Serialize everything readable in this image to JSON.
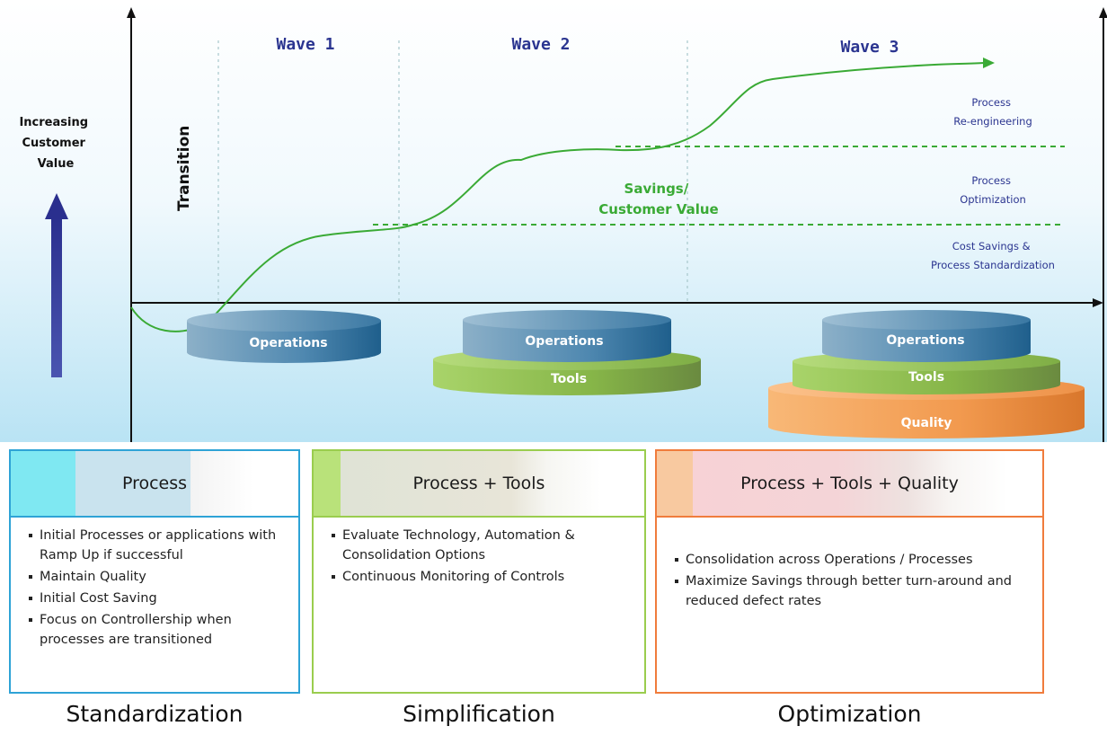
{
  "y_axis_label": [
    "Increasing",
    "Customer",
    "Value"
  ],
  "transition_label": "Transition",
  "waves": [
    "Wave 1",
    "Wave 2",
    "Wave 3"
  ],
  "curve_label": [
    "Savings/",
    "Customer Value"
  ],
  "levels": {
    "reengineering": [
      "Process",
      "Re-engineering"
    ],
    "optimization": [
      "Process",
      "Optimization"
    ],
    "standardization": [
      "Cost Savings &",
      "Process Standardization"
    ]
  },
  "stacks": {
    "wave1": {
      "operations": "Operations"
    },
    "wave2": {
      "operations": "Operations",
      "tools": "Tools"
    },
    "wave3": {
      "operations": "Operations",
      "tools": "Tools",
      "quality": "Quality"
    }
  },
  "colors": {
    "operations": "#3f80a8",
    "tools": "#8cbd4a",
    "quality": "#f2a05a",
    "curve": "#3aaa35",
    "arrow": "#2a2f8e",
    "wave_text": "#2b3590",
    "panel_blue": "#2ea3d6",
    "panel_green": "#9acd4e",
    "panel_orange": "#f07c3c"
  },
  "panels": [
    {
      "title": "Process",
      "items": [
        "Initial Processes or applications with Ramp Up if successful",
        "Maintain Quality",
        "Initial Cost Saving",
        "Focus on Controllership when processes are transitioned"
      ]
    },
    {
      "title": "Process + Tools",
      "items": [
        "Evaluate Technology, Automation & Consolidation Options",
        "Continuous Monitoring of Controls"
      ]
    },
    {
      "title": "Process + Tools + Quality",
      "items": [
        "Consolidation across Operations / Processes",
        "Maximize Savings through better turn-around and reduced defect rates"
      ]
    }
  ],
  "stage_labels": [
    "Standardization",
    "Simplification",
    "Optimization"
  ]
}
